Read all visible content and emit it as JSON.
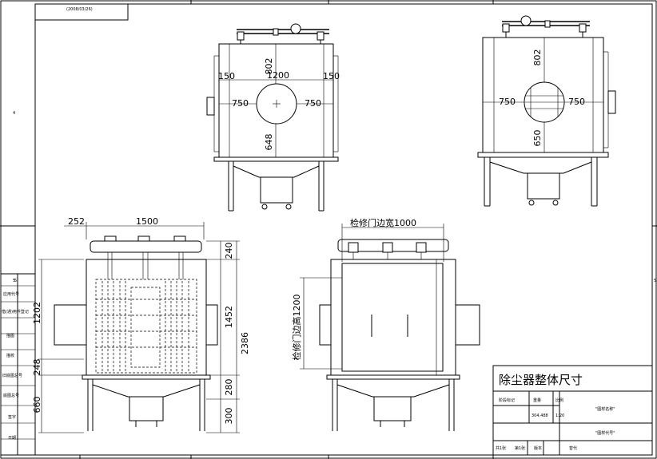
{
  "corner_note": "(2008/03/26)",
  "left_column": {
    "items": [
      "5",
      "应用代号",
      "借(通)用件登记",
      "描图",
      "描校",
      "旧底图总号",
      "底图总号",
      "签字",
      "日期"
    ]
  },
  "border_marks": {
    "left": [
      "4",
      "5"
    ],
    "right": [
      "5"
    ]
  },
  "front_top": {
    "dims": [
      "802",
      "150",
      "1200",
      "150",
      "750",
      "750",
      "648"
    ]
  },
  "side_top": {
    "dims": [
      "802",
      "750",
      "750",
      "650"
    ]
  },
  "front_bottom": {
    "dims_top": [
      "252",
      "1500"
    ],
    "dims_left": [
      "1202",
      "248",
      "660"
    ],
    "dims_right": [
      "240",
      "1452",
      "2386",
      "280",
      "300"
    ]
  },
  "side_bottom": {
    "dims_top": [
      "检修门边宽1000"
    ],
    "dims_left": [
      "检修门边高1200"
    ]
  },
  "title_block": {
    "title": "除尘器整体尺寸",
    "stage_label": "阶段标记",
    "weight_label": "重量",
    "scale_label": "比例",
    "weight_value": "304.488",
    "scale_value": "1:20",
    "drawing_name": "\"图样名称\"",
    "drawing_code": "\"图样代号\"",
    "sheet_total": "共1张",
    "sheet_no": "第1张",
    "version_label": "版本",
    "replace_label": "替代"
  }
}
